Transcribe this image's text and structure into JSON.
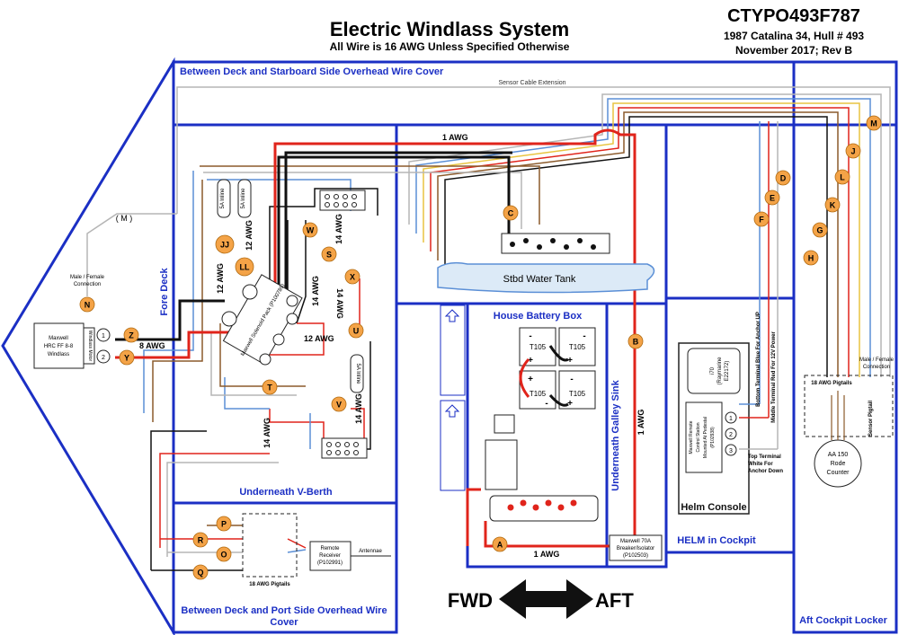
{
  "header": {
    "title": "Electric Windlass System",
    "subtitle": "All Wire is 16 AWG Unless Specified Otherwise",
    "doc_id": "CTYPO493F787",
    "boat": "1987 Catalina 34, Hull # 493",
    "date_rev": "November 2017; Rev B"
  },
  "zones": {
    "starboard_cover": "Between Deck and Starboard Side Overhead Wire Cover",
    "fore_deck": "Fore Deck",
    "v_berth": "Underneath V-Berth",
    "port_cover_1": "Between Deck and Port Side Overhead Wire",
    "port_cover_2": "Cover",
    "house_battery": "House Battery Box",
    "galley_sink": "Underneath Galley Sink",
    "helm_cockpit": "HELM in Cockpit",
    "helm_console": "Helm Console",
    "aft_locker": "Aft Cockpit Locker"
  },
  "components": {
    "sensor_ext": "Sensor Cable Extension",
    "water_tank": "Stbd Water Tank",
    "windlass": [
      "Maxwell",
      "HRC FF 8-8",
      "Windlass"
    ],
    "windlass_motor": "Windlass Motor",
    "male_female_left": [
      "Male / Female",
      "Connection"
    ],
    "male_female_right": [
      "Male / Female",
      "Connection"
    ],
    "remote_receiver": [
      "Remote",
      "Receiver",
      "(P102991)"
    ],
    "antennae": "Antennae",
    "pigtails_port": "18 AWG Pigtails",
    "pigtails_aft": "18 AWG Pigtails",
    "sensor_pigtail": "Sensor Pigtail",
    "rode_counter": [
      "AA 150",
      "Rode",
      "Counter"
    ],
    "breaker": [
      "Maxwell 70A",
      "Breaker/Isolator",
      "(P102503)"
    ],
    "helm_i70": [
      "i70",
      "(Raymarine",
      "E22172)"
    ],
    "helm_remote": [
      "Maxwell Remote",
      "Control Station",
      "Mounted At Pedestal",
      "(P102938)"
    ],
    "top_terminal": [
      "Top Terminal",
      "White For",
      "Anchor Down"
    ],
    "middle_terminal": "Middle Terminal Red For 12V Power",
    "bottom_terminal": "Bottom Terminal Blue For Anchor UP",
    "solenoid": "Maxwell Solenoid Pack (P100789)",
    "fuse_a": "5A Inline",
    "fuse_b": "5A Inline",
    "fuse_c": "5A Inline",
    "battery": "T105",
    "minus": "-",
    "plus": "+",
    "m_label": "( M )",
    "fwd": "FWD",
    "aft": "AFT"
  },
  "wire_labels": {
    "top_1awg": "1 AWG",
    "right_1awg": "1 AWG",
    "bottom_1awg": "1 AWG",
    "8awg": "8 AWG",
    "12awg_a": "12 AWG",
    "12awg_b": "12 AWG",
    "12awg_c": "12 AWG",
    "14awg_a": "14 AWG",
    "14awg_b": "14 AWG",
    "14awg_c": "14 AWG",
    "14awg_d": "14 AWG",
    "14awg_e": "14 AWG"
  },
  "markers": {
    "A": "A",
    "B": "B",
    "C": "C",
    "D": "D",
    "E": "E",
    "F": "F",
    "G": "G",
    "H": "H",
    "J": "J",
    "JJ": "JJ",
    "K": "K",
    "L": "L",
    "LL": "LL",
    "M": "M",
    "N": "N",
    "O": "O",
    "P": "P",
    "Q": "Q",
    "R": "R",
    "S": "S",
    "T": "T",
    "U": "U",
    "V": "V",
    "W": "W",
    "X": "X",
    "Y": "Y",
    "Z": "Z"
  },
  "terminals": {
    "t1": "1",
    "t2": "2",
    "t3": "3"
  },
  "colors": {
    "zone_border": "#1b2fc4",
    "zone_title": "#1b2fc4",
    "marker_fill": "#f4a347",
    "wire_red": "#e0241b",
    "wire_black": "#111111",
    "wire_blue": "#5b8fd6",
    "wire_brown": "#8b5a2b",
    "wire_yellow": "#e8c440",
    "wire_gray": "#b5b5b5",
    "tank_fill": "#dceaf7"
  }
}
